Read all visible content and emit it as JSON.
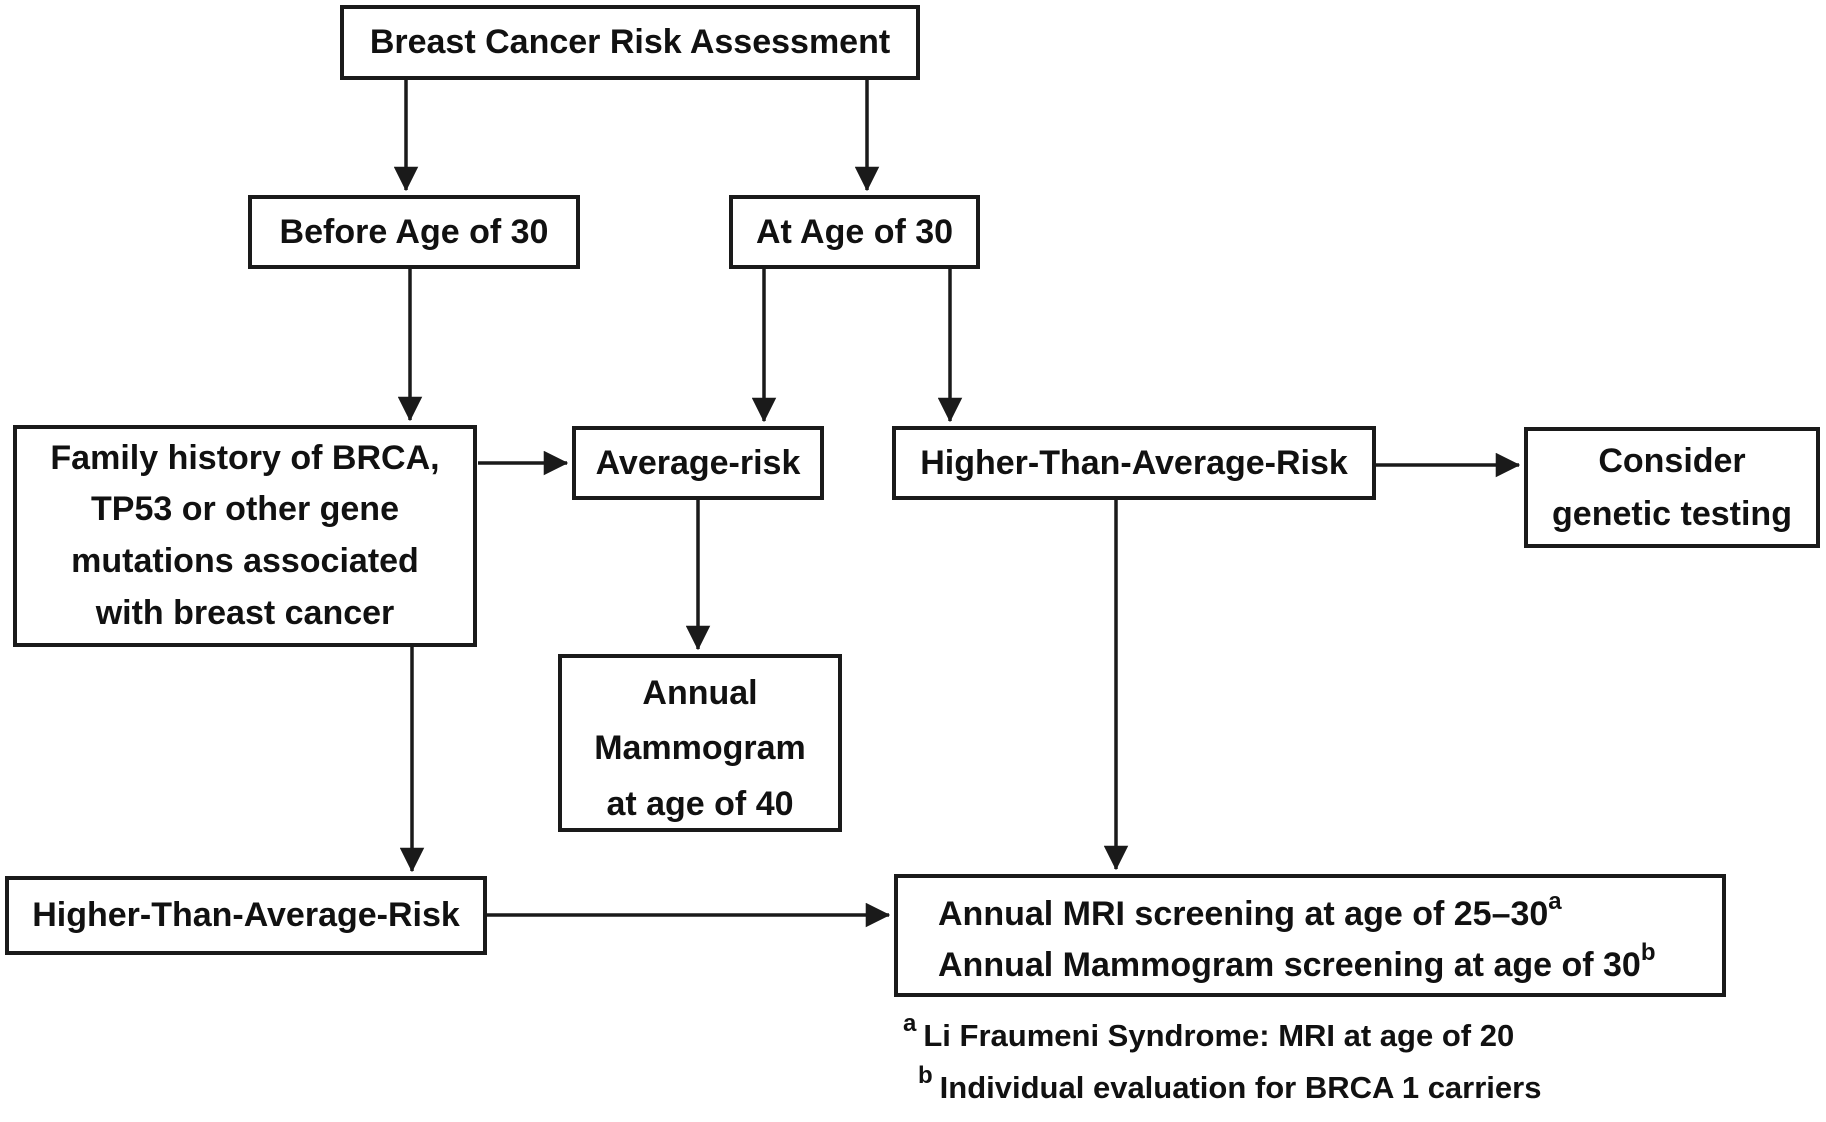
{
  "figure": {
    "description": "Breast Cancer Risk Assessment flowchart"
  },
  "nodes": {
    "assessment": {
      "label": "Breast Cancer Risk Assessment"
    },
    "before_30": {
      "label": "Before Age of 30"
    },
    "at_30": {
      "label": "At Age of 30"
    },
    "family_history": {
      "lines": [
        "Family history of BRCA,",
        "TP53 or other gene",
        "mutations associated",
        "with breast cancer"
      ]
    },
    "average_risk": {
      "label": "Average-risk"
    },
    "higher_risk_mid": {
      "label": "Higher-Than-Average-Risk"
    },
    "consider_genetic": {
      "lines": [
        "Consider",
        "genetic testing"
      ]
    },
    "annual_mammogram": {
      "lines": [
        "Annual",
        "Mammogram",
        "at age of 40"
      ]
    },
    "higher_risk_left": {
      "label": "Higher-Than-Average-Risk"
    },
    "screening": {
      "line1": "Annual MRI screening at age of 25–30",
      "line1_sup": "a",
      "line2": "Annual Mammogram screening at age of 30",
      "line2_sup": "b"
    }
  },
  "footnotes": [
    {
      "sup": "a",
      "text": "Li Fraumeni Syndrome: MRI at age of 20"
    },
    {
      "sup": "b",
      "text": "Individual evaluation for BRCA 1 carriers"
    }
  ],
  "colors": {
    "background": "#ffffff",
    "box_border": "#1a1a1a",
    "text": "#111111",
    "arrow": "#1a1a1a"
  }
}
